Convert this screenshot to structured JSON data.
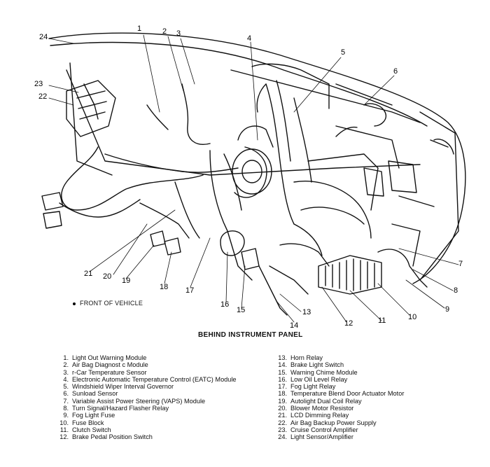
{
  "figure": {
    "title": "BEHIND INSTRUMENT PANEL",
    "front_note": "FRONT OF VEHICLE"
  },
  "callouts": [
    {
      "id": "1",
      "text": "1"
    },
    {
      "id": "2",
      "text": "2"
    },
    {
      "id": "3",
      "text": "3"
    },
    {
      "id": "4",
      "text": "4"
    },
    {
      "id": "5",
      "text": "5"
    },
    {
      "id": "6",
      "text": "6"
    },
    {
      "id": "7",
      "text": "7"
    },
    {
      "id": "8",
      "text": "8"
    },
    {
      "id": "9",
      "text": "9"
    },
    {
      "id": "10",
      "text": "10"
    },
    {
      "id": "11",
      "text": "11"
    },
    {
      "id": "12",
      "text": "12"
    },
    {
      "id": "13",
      "text": "13"
    },
    {
      "id": "14",
      "text": "14"
    },
    {
      "id": "15",
      "text": "15"
    },
    {
      "id": "16",
      "text": "16"
    },
    {
      "id": "17",
      "text": "17"
    },
    {
      "id": "18",
      "text": "18"
    },
    {
      "id": "19",
      "text": "19"
    },
    {
      "id": "20",
      "text": "20"
    },
    {
      "id": "21",
      "text": "21"
    },
    {
      "id": "22",
      "text": "22"
    },
    {
      "id": "23",
      "text": "23"
    },
    {
      "id": "24",
      "text": "24"
    }
  ],
  "legend_left": [
    {
      "num": "1.",
      "label": "Light Out Warning Module"
    },
    {
      "num": "2.",
      "label": "Air Bag Diagnost c Module"
    },
    {
      "num": "3.",
      "label": "r-Car Temperature Sensor"
    },
    {
      "num": "4.",
      "label": "Electronic Automatic Temperature Control (EATC) Module"
    },
    {
      "num": "5.",
      "label": "Windshield Wiper Interval Governor"
    },
    {
      "num": "6.",
      "label": "Sunload Sensor"
    },
    {
      "num": "7.",
      "label": "Variable Assist Power Steering (VAPS) Module"
    },
    {
      "num": "8.",
      "label": "Turn Signal/Hazard Flasher Relay"
    },
    {
      "num": "9.",
      "label": "Fog Light Fuse"
    },
    {
      "num": "10.",
      "label": "Fuse Block"
    },
    {
      "num": "11.",
      "label": "Clutch Switch"
    },
    {
      "num": "12.",
      "label": "Brake Pedal Position Switch"
    }
  ],
  "legend_right": [
    {
      "num": "13.",
      "label": "Horn Relay"
    },
    {
      "num": "14.",
      "label": "Brake Light Switch"
    },
    {
      "num": "15.",
      "label": "Warning Chime Module"
    },
    {
      "num": "16.",
      "label": "Low Oil Level Relay"
    },
    {
      "num": "17.",
      "label": "Fog Light Relay"
    },
    {
      "num": "18.",
      "label": "Temperature Blend Door Actuator Motor"
    },
    {
      "num": "19.",
      "label": "Autolight Dual Coil Relay"
    },
    {
      "num": "20.",
      "label": "Blower Motor Resistor"
    },
    {
      "num": "21.",
      "label": "LCD Dimming Relay"
    },
    {
      "num": "22.",
      "label": "Air Bag Backup Power Supply"
    },
    {
      "num": "23.",
      "label": "Cruise Control Amplifier"
    },
    {
      "num": "24.",
      "label": "Light Sensor/Amplifier"
    }
  ]
}
